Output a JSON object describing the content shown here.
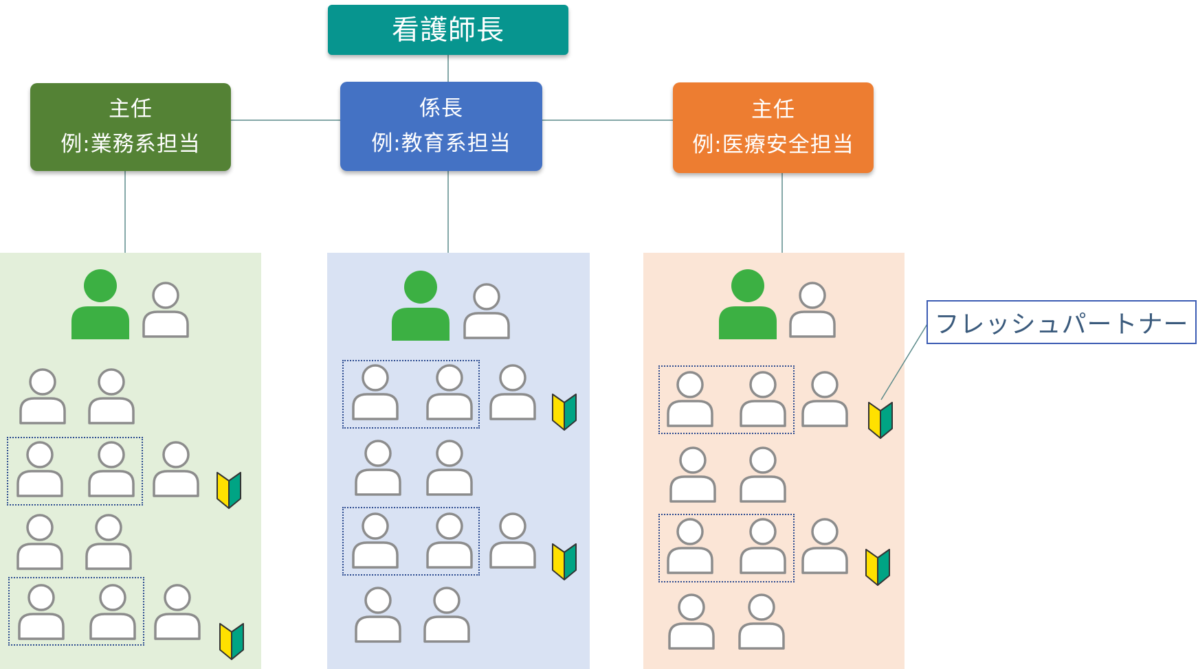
{
  "top_node": {
    "label": "看護師長",
    "color": "#07958f"
  },
  "sub_nodes": [
    {
      "id": "left",
      "title": "主任",
      "role": "例:業務系担当",
      "color": "#548235"
    },
    {
      "id": "center",
      "title": "係長",
      "role": "例:教育系担当",
      "color": "#4472c4"
    },
    {
      "id": "right",
      "title": "主任",
      "role": "例:医療安全担当",
      "color": "#ed7d31"
    }
  ],
  "group_panels": [
    {
      "id": "green",
      "color": "#e3efda"
    },
    {
      "id": "blue",
      "color": "#d9e2f3"
    },
    {
      "id": "orange",
      "color": "#fbe5d6"
    }
  ],
  "callout": {
    "label": "フレッシュパートナー"
  },
  "icons": {
    "leader": {
      "name": "leader-person-icon",
      "color": "#3cb043"
    },
    "member": {
      "name": "person-outline-icon",
      "color": "#8c8c8c"
    },
    "beginner_mark": {
      "name": "beginner-mark-icon",
      "colors": [
        "#ffe100",
        "#00a484"
      ]
    },
    "pair_box": {
      "name": "fresh-partner-pair-box",
      "color": "#2b4a8f"
    }
  }
}
